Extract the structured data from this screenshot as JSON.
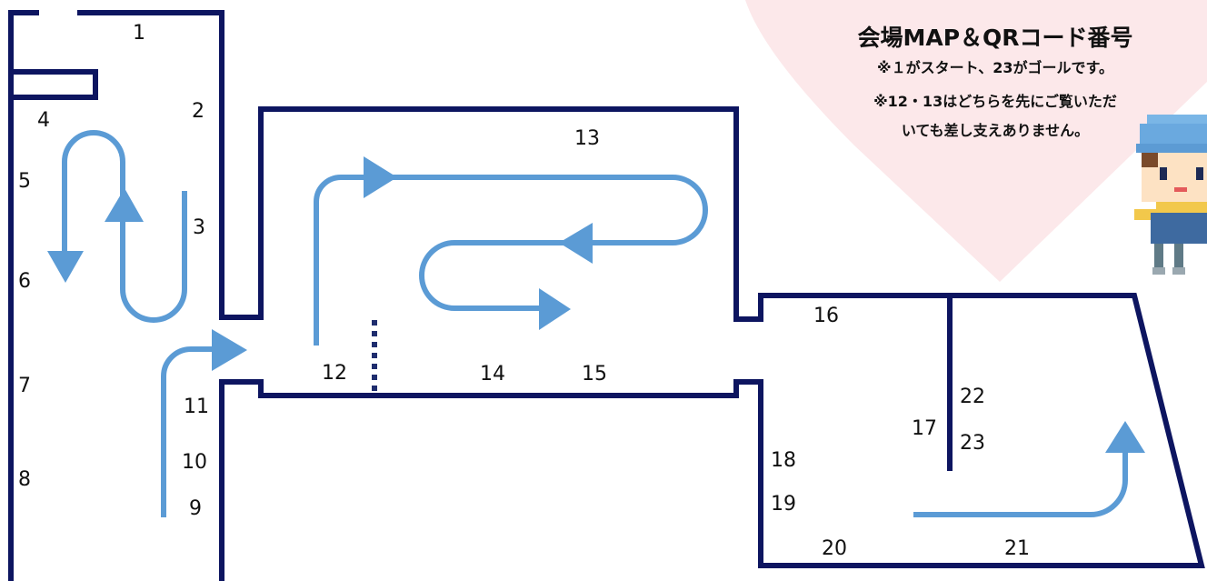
{
  "info": {
    "title": "会場MAP＆QRコード番号",
    "note_start_goal": "※１がスタート、23がゴールです。",
    "note_order_line1": "※12・13はどちらを先にご覧いただ",
    "note_order_line2": "いても差し支えありません。"
  },
  "stations": [
    {
      "id": "s1",
      "label": "1"
    },
    {
      "id": "s2",
      "label": "2"
    },
    {
      "id": "s3",
      "label": "3"
    },
    {
      "id": "s4",
      "label": "4"
    },
    {
      "id": "s5",
      "label": "5"
    },
    {
      "id": "s6",
      "label": "6"
    },
    {
      "id": "s7",
      "label": "7"
    },
    {
      "id": "s8",
      "label": "8"
    },
    {
      "id": "s9",
      "label": "9"
    },
    {
      "id": "s10",
      "label": "10"
    },
    {
      "id": "s11",
      "label": "11"
    },
    {
      "id": "s12",
      "label": "12"
    },
    {
      "id": "s13",
      "label": "13"
    },
    {
      "id": "s14",
      "label": "14"
    },
    {
      "id": "s15",
      "label": "15"
    },
    {
      "id": "s16",
      "label": "16"
    },
    {
      "id": "s17",
      "label": "17"
    },
    {
      "id": "s18",
      "label": "18"
    },
    {
      "id": "s19",
      "label": "19"
    },
    {
      "id": "s20",
      "label": "20"
    },
    {
      "id": "s21",
      "label": "21"
    },
    {
      "id": "s22",
      "label": "22"
    },
    {
      "id": "s23",
      "label": "23"
    }
  ],
  "colors": {
    "wall": "#0d1560",
    "route": "#5b9bd5",
    "heart": "#fce8ea",
    "divider": "#1f2d6e"
  }
}
